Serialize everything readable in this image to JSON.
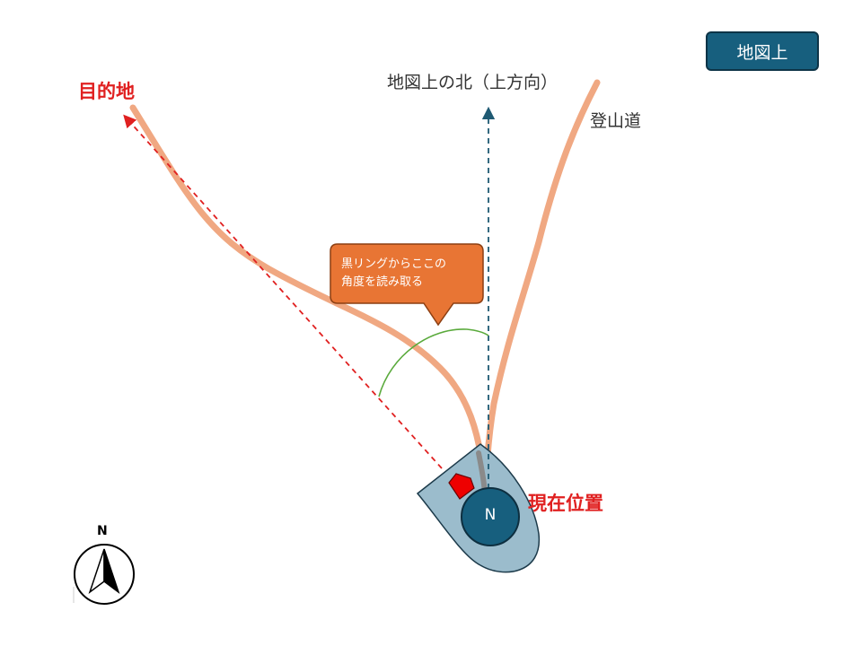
{
  "badge": {
    "label": "地図上"
  },
  "labels": {
    "destination": "目的地",
    "map_north": "地図上の北（上方向）",
    "trail": "登山道",
    "current_position": "現在位置"
  },
  "callout": {
    "line1": "黒リングからここの",
    "line2": "角度を読み取る"
  },
  "compass": {
    "north_label": "N",
    "dial_label": "N"
  },
  "colors": {
    "trail": "#f0a882",
    "destination_line": "#e02020",
    "north_line": "#1f5a73",
    "angle_arc": "#5aaa3c",
    "callout_fill": "#e87534",
    "compass_base": "#9bbccc",
    "compass_dial": "#175f7e",
    "pointer": "#ee0000"
  }
}
